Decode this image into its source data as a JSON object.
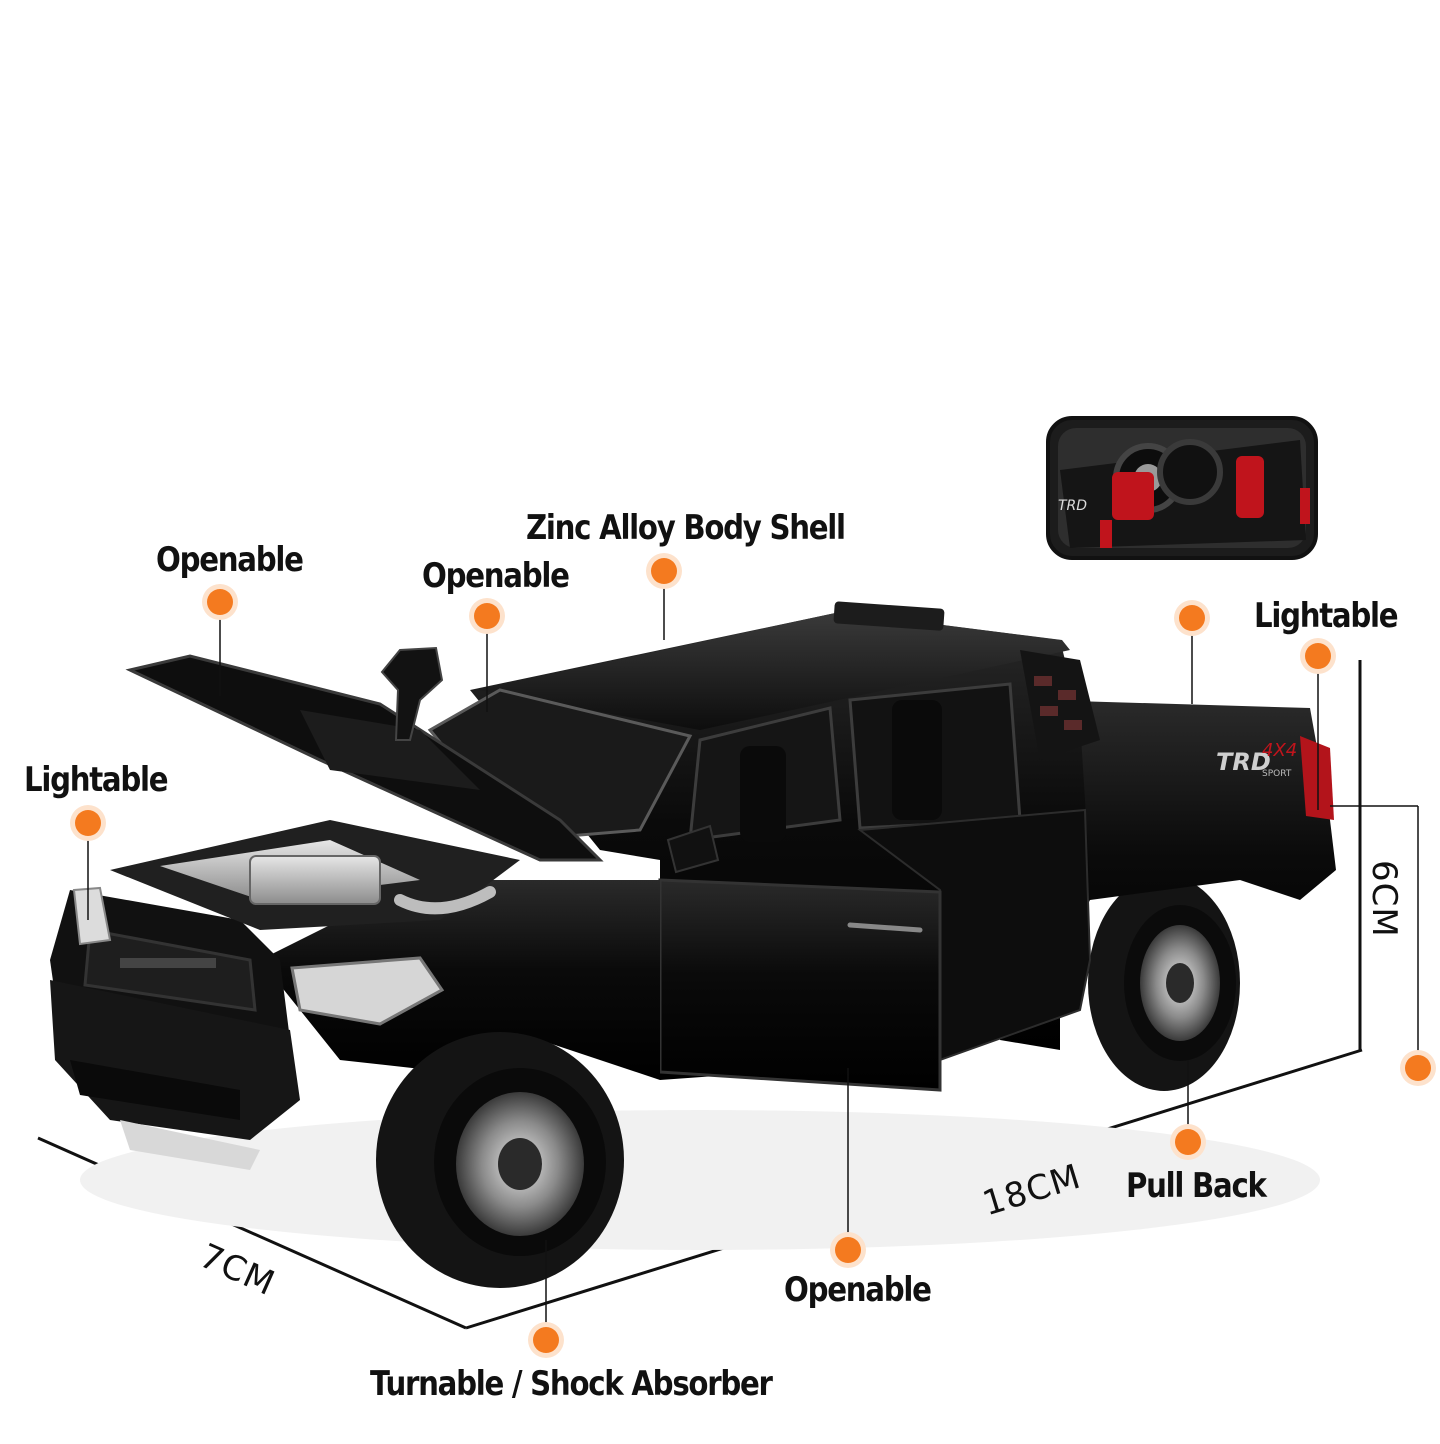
{
  "callouts": {
    "hood": "Openable",
    "windshield": "Openable",
    "body_shell": "Zinc Alloy Body Shell",
    "headlight": "Lightable",
    "taillight": "Lightable",
    "door": "Openable",
    "wheel": "Turnable / Shock Absorber",
    "pull_back": "Pull Back"
  },
  "dimensions": {
    "width": "7CM",
    "length": "18CM",
    "height": "6CM"
  },
  "badge": {
    "brand": "TRD",
    "drive": "4X4",
    "trim": "SPORT"
  },
  "colors": {
    "callout_dot": "#f47a1f",
    "body": "#0b0b0b",
    "taillight": "#b3141b"
  }
}
